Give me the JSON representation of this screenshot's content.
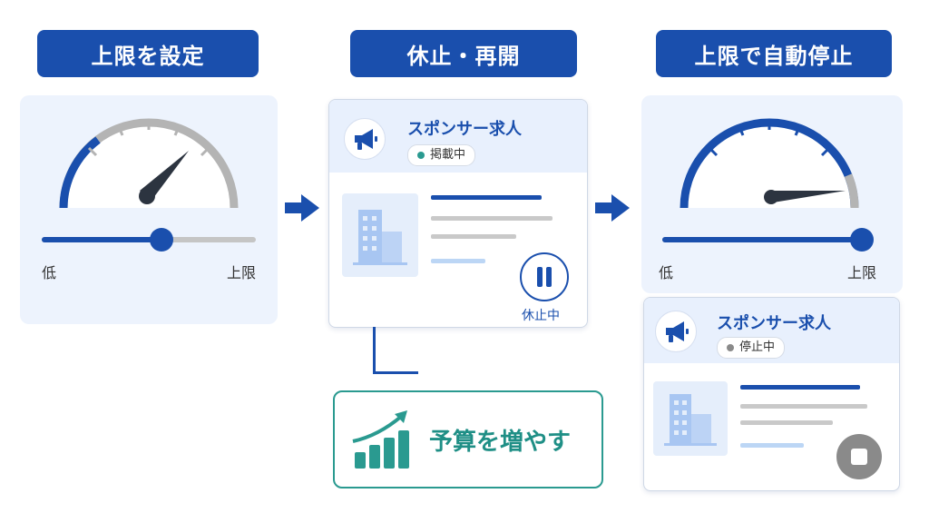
{
  "steps": [
    {
      "title": "上限を設定"
    },
    {
      "title": "休止・再開"
    },
    {
      "title": "上限で自動停止"
    }
  ],
  "slider_labels": {
    "low": "低",
    "high": "上限"
  },
  "set_limit": {
    "slider_level": 0.56
  },
  "auto_stop": {
    "slider_level": 1.0
  },
  "active_card": {
    "title": "スポンサー求人",
    "status_badge": "掲載中",
    "pause_label": "休止中"
  },
  "stopped_card": {
    "title": "スポンサー求人",
    "status_badge": "停止中"
  },
  "increase_budget": {
    "label": "予算を増やす"
  },
  "icons": {
    "flow_arrow": "arrow-right-icon",
    "megaphone": "megaphone-icon",
    "building": "building-icon",
    "pause": "pause-icon",
    "stop": "stop-icon",
    "growth": "growth-chart-icon"
  },
  "colors": {
    "primary": "#1a4fad",
    "accent_teal": "#2a9a90",
    "status_active": "#2a9a90",
    "status_stopped": "#8a8a8a",
    "panel_bg": "#edf3fd"
  }
}
